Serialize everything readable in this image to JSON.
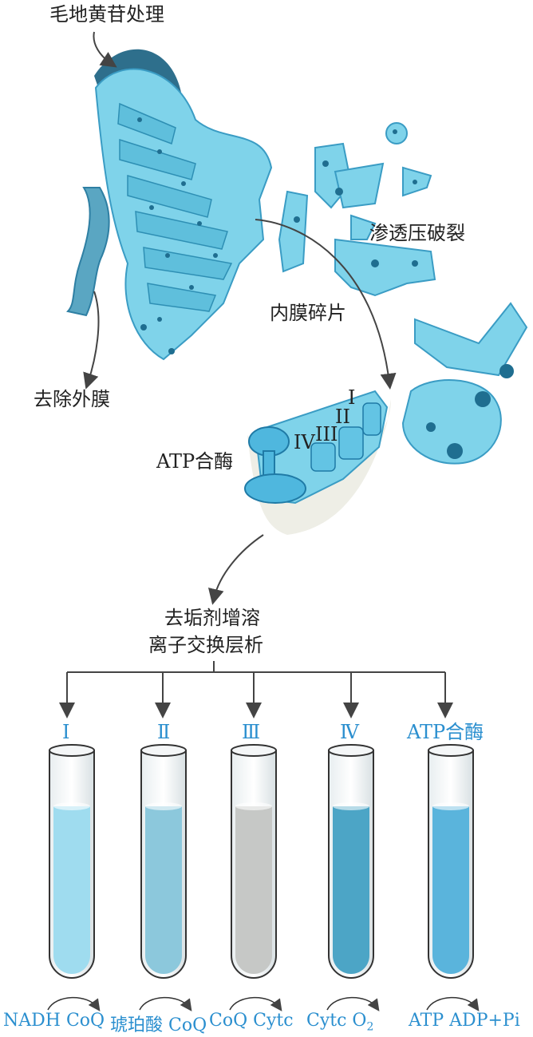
{
  "labels": {
    "flavin": "毛地黄苷处理",
    "remove_outer": "去除外膜",
    "osmotic": "渗透压破裂",
    "inner_fragment": "内膜碎片",
    "atp_synthase": "ATP合酶",
    "roman_I": "I",
    "roman_II": "II",
    "roman_III": "III",
    "roman_IV": "IV",
    "detergent": "去垢剂增溶",
    "ion_exchange": "离子交换层析"
  },
  "tubes": [
    {
      "head": "Ⅰ",
      "left": "NADH",
      "right": "CoQ",
      "liquid": "#9fdcef"
    },
    {
      "head": "Ⅱ",
      "left": "琥珀酸",
      "right": "CoQ",
      "liquid": "#8cc8dc"
    },
    {
      "head": "Ⅲ",
      "left": "CoQ",
      "right": "Cytc",
      "liquid": "#c6c8c6"
    },
    {
      "head": "Ⅳ",
      "left": "Cytc",
      "right": "O",
      "right_sub": "2",
      "liquid": "#4ca5c6"
    },
    {
      "head": "ATP合酶",
      "left": "ATP",
      "right": "ADP+Pi",
      "liquid": "#5ab4dc"
    }
  ],
  "colors": {
    "accent": "#2b8fcf",
    "membrane": "#7fd3ea",
    "membrane_dark": "#2e7fa3"
  }
}
